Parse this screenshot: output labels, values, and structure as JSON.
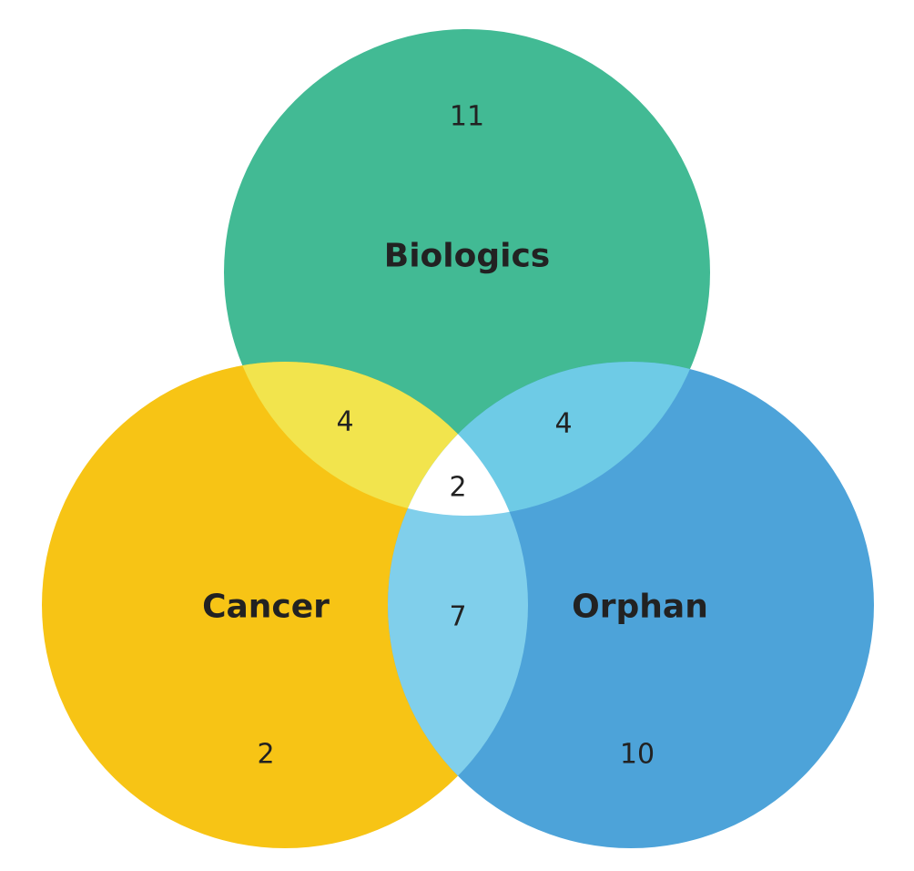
{
  "chart_data": {
    "type": "venn",
    "sets": [
      {
        "name": "Biologics",
        "only": "11",
        "color": "#42BA94"
      },
      {
        "name": "Cancer",
        "only": "2",
        "color": "#F7C415"
      },
      {
        "name": "Orphan",
        "only": "10",
        "color": "#4DA3D9"
      }
    ],
    "intersections": {
      "biologics_cancer": {
        "value": "4",
        "color": "#F2E44D"
      },
      "biologics_orphan": {
        "value": "4",
        "color": "#6ECBE6"
      },
      "cancer_orphan": {
        "value": "7",
        "color": "#80CFEB"
      },
      "all_three": {
        "value": "2",
        "color": "#FFFFFF"
      }
    }
  }
}
